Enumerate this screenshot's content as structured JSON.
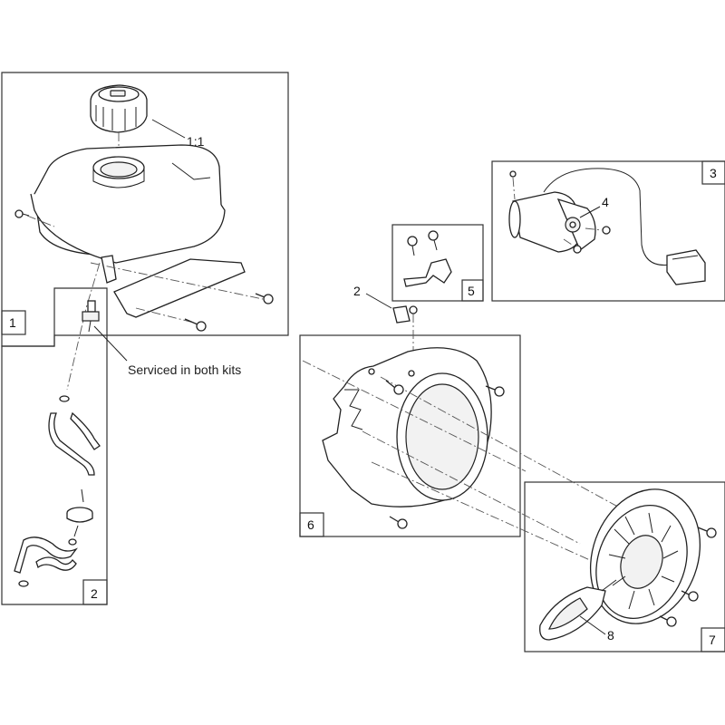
{
  "callouts": {
    "box1": "1",
    "box2": "2",
    "box3": "3",
    "box5": "5",
    "box6": "6",
    "box7": "7",
    "label_1_1": "1:1",
    "label_2": "2",
    "label_4": "4",
    "label_8": "8",
    "serviced_note": "Serviced in both kits"
  }
}
